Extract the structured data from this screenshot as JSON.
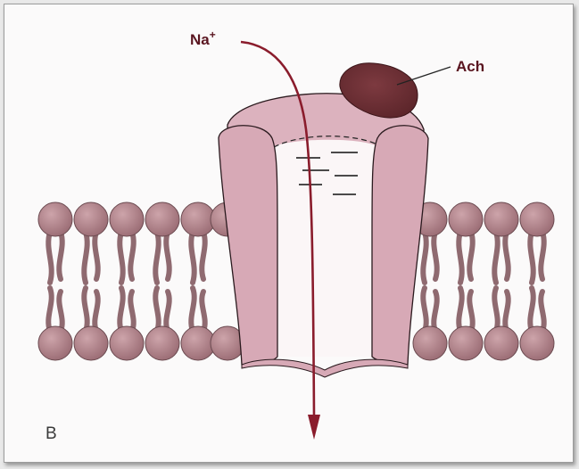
{
  "labels": {
    "ion": "Na",
    "ion_charge": "+",
    "ligand": "Ach",
    "panel": "B"
  },
  "colors": {
    "background": "#fbfafa",
    "arrow": "#8a1c2c",
    "ligand": "#6e2e33",
    "channel_fill": "#dcb2be",
    "channel_inner": "#ead2d8",
    "lipid_head": "#a67980",
    "lipid_tail": "#8f6a70",
    "label": "#5a1520"
  }
}
